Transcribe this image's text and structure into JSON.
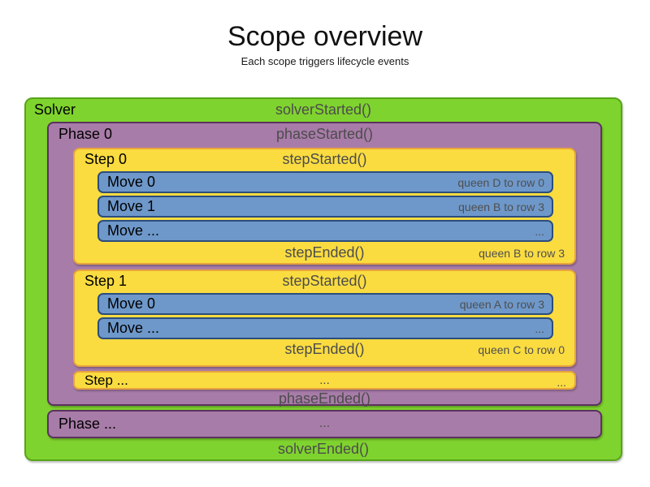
{
  "title": "Scope overview",
  "subtitle": "Each scope triggers lifecycle events",
  "colors": {
    "solver_fill": "#7fd32e",
    "solver_border": "#58a51b",
    "phase_fill": "#a87ca8",
    "phase_border": "#5b325e",
    "step_fill": "#fadc40",
    "step_border": "#e8a43c",
    "move_fill": "#6e98ca",
    "move_border": "#2c4d7e",
    "event_text": "#4c4c4c",
    "detail_text": "#4f4f4f",
    "label_text": "#000000"
  },
  "solver": {
    "label": "Solver",
    "started": "solverStarted()",
    "ended": "solverEnded()"
  },
  "phase0": {
    "label": "Phase 0",
    "started": "phaseStarted()",
    "ended": "phaseEnded()"
  },
  "steps": [
    {
      "label": "Step 0",
      "started": "stepStarted()",
      "ended": "stepEnded()",
      "ended_detail": "queen B to row 3",
      "moves": [
        {
          "label": "Move 0",
          "detail": "queen D to row 0"
        },
        {
          "label": "Move 1",
          "detail": "queen B to row 3"
        },
        {
          "label": "Move ...",
          "detail": "..."
        }
      ]
    },
    {
      "label": "Step 1",
      "started": "stepStarted()",
      "ended": "stepEnded()",
      "ended_detail": "queen C to row 0",
      "moves": [
        {
          "label": "Move 0",
          "detail": "queen A to row 3"
        },
        {
          "label": "Move ...",
          "detail": "..."
        }
      ]
    }
  ],
  "step_more": {
    "label": "Step ...",
    "center": "...",
    "right": "..."
  },
  "phase_more": {
    "label": "Phase ...",
    "center": "..."
  }
}
